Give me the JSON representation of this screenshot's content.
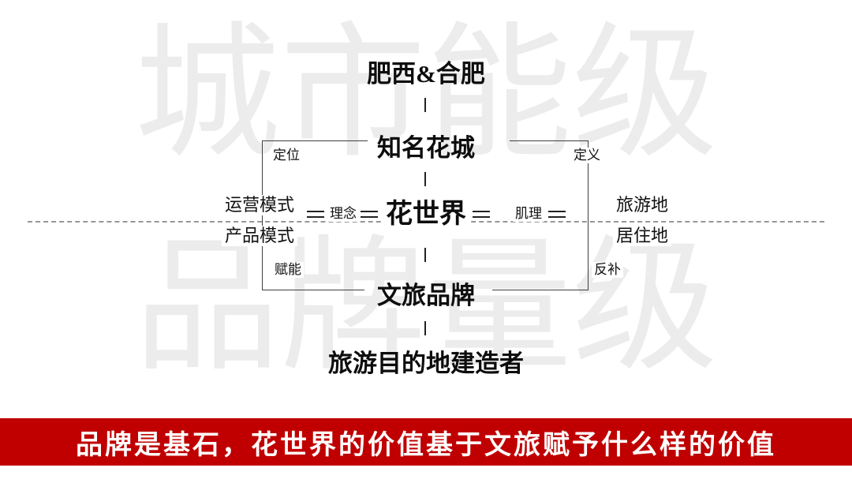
{
  "watermarks": {
    "top": "城市能级",
    "bottom": "品牌量级"
  },
  "diagram": {
    "nodes": {
      "city": "肥西&合肥",
      "flower_city": "知名花城",
      "flower_world": "花世界",
      "culture_brand": "文旅品牌",
      "builder": "旅游目的地建造者"
    },
    "left": {
      "top_label": "定位",
      "bottom_label": "赋能",
      "item1": "运营模式",
      "item2": "产品模式",
      "connector": "理念"
    },
    "right": {
      "top_label": "定义",
      "bottom_label": "反补",
      "item1": "旅游地",
      "item2": "居住地",
      "connector": "肌理"
    }
  },
  "banner": {
    "text": "品牌是基石，花世界的价值基于文旅赋予什么样的价值",
    "bg": "#c00000",
    "fg": "#ffffff"
  },
  "colors": {
    "dashed_line": "#979797",
    "bracket_line": "#3f3f3f",
    "watermark": "#ececec",
    "text": "#111111"
  }
}
